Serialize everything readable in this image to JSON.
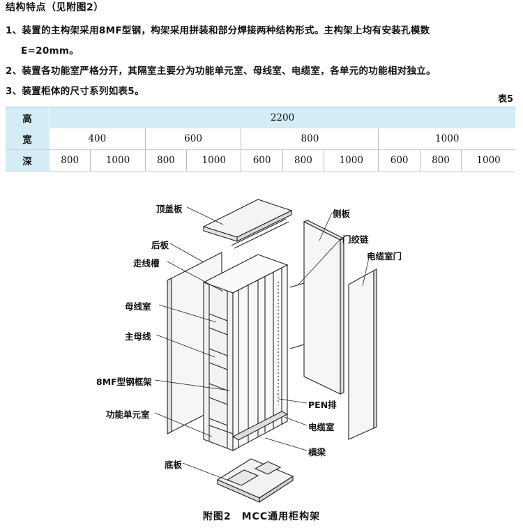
{
  "heading": "结构特点（见附图2）",
  "items": [
    "1、装置的主构架采用8MF型钢，构架采用拼装和部分焊接两种结构形式。主构架上均有安装孔模数",
    "E=20mm。",
    "2、装置各功能室严格分开，其隔室主要分为功能单元室、母线室、电缆室，各单元的功能相对独立。",
    "3、装置柜体的尺寸系列如表5。"
  ],
  "table_label": "表5",
  "table": {
    "height": {
      "label": "高",
      "value": "2200"
    },
    "width": {
      "label": "宽",
      "values": [
        "400",
        "600",
        "800",
        "1000"
      ]
    },
    "depth": {
      "label": "深",
      "values": [
        "800",
        "1000",
        "800",
        "1000",
        "600",
        "800",
        "1000",
        "600",
        "800",
        "1000"
      ]
    }
  },
  "figure": {
    "labels": {
      "top_cover": "顶盖板",
      "back_plate": "后板",
      "wire_trough": "走线槽",
      "busbar_room": "母线室",
      "main_busbar": "主母线",
      "frame": "8MF型钢框架",
      "function_unit": "功能单元室",
      "bottom_plate": "底板",
      "side_plate": "侧板",
      "hinge": "门绞链",
      "cable_door": "电缆室门",
      "pen_bar": "PEN排",
      "cable_room": "电缆室",
      "crossbeam": "横梁"
    },
    "caption": "附图2　MCC通用柜构架"
  }
}
